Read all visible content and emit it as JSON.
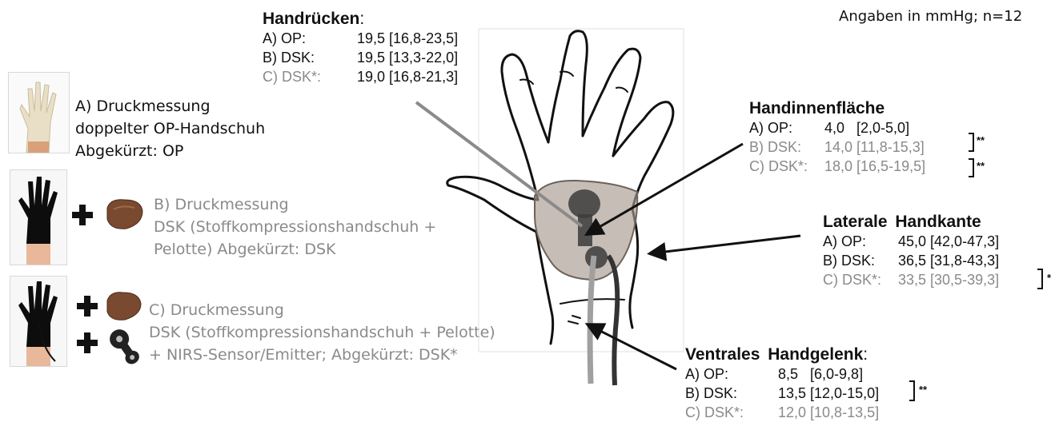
{
  "units_note": "Angaben in mmHg; n=12",
  "legend": [
    {
      "line1": "A) Druckmessung",
      "line2": "doppelter OP-Handschuh",
      "line3": "Abgekürzt: OP",
      "color": "#111111"
    },
    {
      "line1": "B) Druckmessung",
      "line2": "DSK (Stoffkompressionshandschuh +",
      "line3": "Pelotte) Abgekürzt: DSK",
      "color": "#8a8a8a"
    },
    {
      "line1": "C) Druckmessung",
      "line2": "DSK (Stoffkompressionshandschuh + Pelotte)",
      "line3": "+ NIRS-Sensor/Emitter; Abgekürzt: DSK*",
      "color": "#8a8a8a"
    }
  ],
  "icons": {
    "glove_white": "latex-glove-photo",
    "glove_black": "compression-glove-photo",
    "pelotte": "pelotte-pad-photo",
    "sensor": "nirs-sensor-photo",
    "plus": "plus-icon"
  },
  "regions": {
    "handruecken": {
      "title": "Handrücken",
      "title_suffix": ":",
      "rows": [
        {
          "label": "A) OP:",
          "value": "19,5 [16,8-23,5]"
        },
        {
          "label": "B) DSK:",
          "value": "19,5 [13,3-22,0]"
        },
        {
          "label": "C) DSK*:",
          "value": "19,0 [16,8-21,3]"
        }
      ]
    },
    "handinnenflaeche": {
      "title": "Handinnenfläche",
      "rows": [
        {
          "label": "A) OP:",
          "value": "4,0   [2,0-5,0]"
        },
        {
          "label": "B) DSK:",
          "value": "14,0 [11,8-15,3]"
        },
        {
          "label": "C) DSK*:",
          "value": "18,0 [16,5-19,5]"
        }
      ],
      "sig": [
        "**",
        "**"
      ]
    },
    "laterale": {
      "title": "Laterale Handkante",
      "rows": [
        {
          "label": "A) OP:",
          "value": "45,0 [42,0-47,3]"
        },
        {
          "label": "B) DSK:",
          "value": "36,5 [31,8-43,3]"
        },
        {
          "label": "C) DSK*:",
          "value": "33,5 [30,5-39,3]"
        }
      ],
      "sig": [
        "*"
      ]
    },
    "ventral": {
      "title": "Ventrales Handgelenk",
      "title_suffix": ":",
      "rows": [
        {
          "label": "A) OP:",
          "value": "8,5   [6,0-9,8]"
        },
        {
          "label": "B) DSK:",
          "value": "13,5 [12,0-15,0]"
        },
        {
          "label": "C) DSK*:",
          "value": "12,0 [10,8-13,5]"
        }
      ],
      "sig": [
        "**"
      ]
    }
  }
}
